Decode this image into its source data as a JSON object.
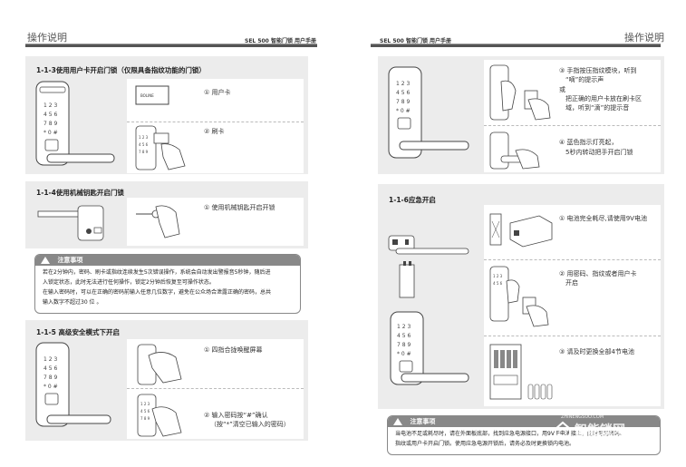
{
  "left": {
    "header": "操作说明",
    "model": "SEL 500 智能门锁",
    "manual": "用户手册",
    "sections": {
      "s113": {
        "title": "1-1-3使用用户卡开启门锁（仅限具备指纹功能的门锁）",
        "steps": [
          "① 用户卡",
          "② 刷卡"
        ]
      },
      "s114": {
        "title": "1-1-4使用机械钥匙开启门锁",
        "steps": [
          "① 使用机械钥匙开启开锁"
        ]
      },
      "notice": {
        "label": "注意事项",
        "lines": [
          "若在2分钟内，密码、刷卡或指纹连续发生5次错误操作，系统会自动发出警报音5秒钟，随后进",
          "入锁定状态，此时无法进行任何操作，锁定2分钟后恢复至可操作状态。",
          "在输入密码时，可以在正确的密码前输入任意几位数字，避免在公众场合泄露正确的密码，总共",
          "输入数字不超过30 位 。"
        ]
      },
      "s115": {
        "title": "1-1-5 高级安全模式下开启",
        "steps": [
          "① 四指合拢唤醒屏幕",
          "② 输入密码按“#”确认",
          "（按“*”清空已输入的密码）"
        ]
      }
    },
    "card_label": "BOLINE"
  },
  "right": {
    "header": "操作说明",
    "model": "SEL 500 智能门锁",
    "manual": "用户手册",
    "steps_top": [
      "③ 手指按压指纹模块，听到",
      "“嘀”的提示声",
      "或",
      "把正确的用户卡放在刷卡区",
      "域，听到“滴”的提示音"
    ],
    "steps_mid": [
      "④ 蓝色指示灯亮起，",
      "5秒内转动把手开启门锁"
    ],
    "s116": {
      "title": "1-1-6应急开启",
      "steps": [
        "① 电池完全耗尽,请使用9V电池",
        "② 用密码、指纹或者用户卡",
        "开启",
        "③ 请及时更换全部4节电池"
      ]
    },
    "notice": {
      "label": "注意事项",
      "lines": [
        "当电池不足或耗尽时，请在外面板底部，找到应急电源接口，用9V干电池接上，此时可用密码、",
        "指纹或用户卡开启门锁。使用应急电源开锁后，请务必及时更换锁内电池。"
      ]
    }
  },
  "watermark": {
    "main": "智能锁网",
    "sub": "ZHINENGSUO.COM"
  }
}
